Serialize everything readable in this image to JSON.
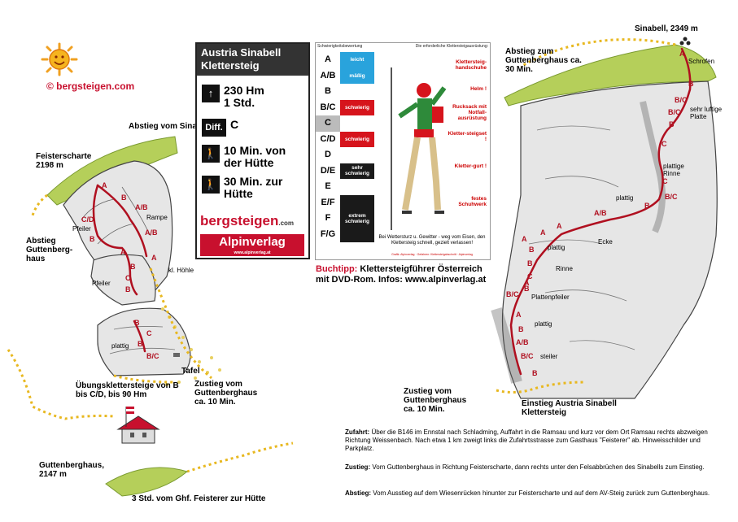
{
  "copyright": "© bergsteigen.com",
  "card": {
    "title": "Austria Sinabell Klettersteig",
    "height": "230 Hm",
    "time": "1 Std.",
    "diff_label": "Diff.",
    "diff_value": "C",
    "approach": "10 Min. von der Hütte",
    "descent_time": "30 Min. zur Hütte",
    "brand1": "bergsteigen",
    "brand1_suffix": ".com",
    "brand2": "Alpinverlag",
    "brand2_url": "www.alpinverlag.at"
  },
  "scale": {
    "header_left": "Schwierigkeitsbewertung",
    "header_right": "Die erforderliche Klettersteigausrüstung:",
    "letters": [
      "A",
      "A/B",
      "B",
      "B/C",
      "C",
      "C/D",
      "D",
      "D/E",
      "E",
      "E/F",
      "F",
      "F/G"
    ],
    "bands": [
      {
        "label": "leicht",
        "color": "#29a3dc"
      },
      {
        "label": "mäßig",
        "color": "#29a3dc"
      },
      {
        "label": "schwierig",
        "color": "#d6141c"
      },
      {
        "label": "schwierig",
        "color": "#d6141c"
      },
      {
        "label": "sehr schwierig",
        "color": "#1a1a1a"
      },
      {
        "label": "extrem schwierig",
        "color": "#1a1a1a"
      }
    ],
    "gear": [
      "Klettersteig-handschuhe",
      "Helm !",
      "Rucksack mit Notfall-ausrüstung",
      "Kletter-steigset !",
      "Kletter-gurt !",
      "festes Schuhwerk"
    ],
    "warning": "Bei Wettersturz u. Gewitter - weg vom Eisen, den Klettersteig schnell, gezielt verlassen!",
    "credit": "Grafik: Alpinverlag · Gefahren: Klettersteigabschnitt · Alpinverlag"
  },
  "buchtipp": {
    "label": "Buchtipp:",
    "line1": "Klettersteigführer Österreich",
    "line2": "mit DVD-Rom. Infos: www.alpinverlag.at"
  },
  "left_map": {
    "labels": {
      "abstieg_sinabell": "Abstieg vom Sinabell",
      "feisterscharte": "Feisterscharte 2198 m",
      "abstieg_guttenberg": "Abstieg Guttenberg-haus",
      "rampe": "Rampe",
      "pfeiler1": "Pfeiler",
      "pfeiler2": "Pfeiler",
      "hoehle": "kl. Höhle",
      "plattig": "plattig",
      "tafel": "Tafel",
      "uebung": "Übungsklettersteige von B bis C/D, bis 90 Hm",
      "zustieg": "Zustieg vom Guttenberghaus ca. 10 Min.",
      "guttenberghaus": "Guttenberghaus, 2147 m",
      "ghf": "3 Std. vom Ghf. Feisterer zur Hütte"
    },
    "grades": [
      "A",
      "B",
      "A/B",
      "C/D",
      "A/B",
      "B",
      "A",
      "A",
      "B",
      "C",
      "B",
      "B",
      "C",
      "B",
      "B/C"
    ]
  },
  "right_map": {
    "labels": {
      "sinabell": "Sinabell, 2349 m",
      "abstieg": "Abstieg zum Guttenberghaus ca. 30 Min.",
      "schrofen": "Schrofen",
      "sehr_luftige": "sehr luftige Platte",
      "plattige_rinne": "plattige Rinne",
      "plattig1": "plattig",
      "ecke": "Ecke",
      "plattig2": "plattig",
      "rinne": "Rinne",
      "plattenpfeiler": "Plattenpfeiler",
      "plattig3": "plattig",
      "steiler": "steiler",
      "zustieg": "Zustieg vom Guttenberghaus ca. 10 Min.",
      "einstieg": "Einstieg Austria Sinabell Klettersteig"
    },
    "grades": [
      "A",
      "B",
      "B/C",
      "B/C",
      "B",
      "C",
      "C",
      "B/C",
      "B",
      "A/B",
      "A",
      "A",
      "A",
      "B",
      "B",
      "C",
      "B",
      "A",
      "B/C",
      "A",
      "B",
      "A/B",
      "B/C",
      "B"
    ]
  },
  "description": {
    "zufahrt_label": "Zufahrt:",
    "zufahrt": "Über die B146 im Ennstal nach Schladming, Auffahrt in die Ramsau und kurz vor dem Ort Ramsau rechts abzweigen Richtung Weissenbach. Nach etwa 1 km zweigt links die Zufahrtsstrasse zum Gasthaus \"Feisterer\" ab. Hinweisschilder und Parkplatz.",
    "zustieg_label": "Zustieg:",
    "zustieg": "Vom Guttenberghaus in Richtung Feisterscharte, dann rechts unter den Felsabbrüchen des Sinabells zum Einstieg.",
    "abstieg_label": "Abstieg:",
    "abstieg": "Vom Ausstieg auf dem Wiesenrücken hinunter zur Feisterscharte und auf dem AV-Steig zurück zum Guttenberghaus."
  }
}
